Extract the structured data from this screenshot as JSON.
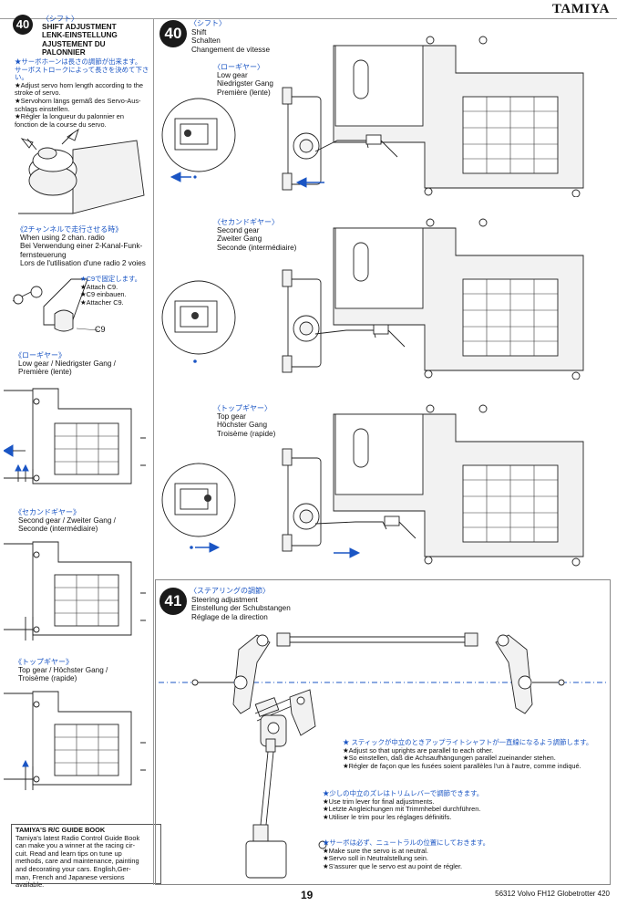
{
  "brand": "TAMIYA",
  "left": {
    "step_number": "40",
    "step_title_jp": "〈シフト〉",
    "step_title_lines": [
      "SHIFT ADJUSTMENT",
      "LENK-EINSTELLUNG",
      "AJUSTEMENT DU",
      "PALONNIER"
    ],
    "notes": [
      "★サーボホーンは長さの調節が出来ます。",
      "サーボストロークによって長さを決めて下さい。",
      "★Adjust servo horn length according to the",
      "stroke of servo.",
      "★Servohorn längs gemäß des Servo-Aus-",
      "schlags einstellen.",
      "★Régler la longueur du palonnier en",
      "fonction de la course du servo."
    ],
    "twoch_jp": "《2チャンネルで走行させる時》",
    "twoch_lines": [
      "When using 2 chan. radio",
      "Bei Verwendung einer 2-Kanal-Funk-",
      "fernsteuerung",
      "Lors de l'utilisation d'une radio 2 voies"
    ],
    "attach_lines": [
      "★C9で固定します。",
      "★Attach C9.",
      "★C9 einbauen.",
      "★Attacher C9."
    ],
    "part_label": "C9",
    "gear_low_jp": "《ローギヤー》",
    "gear_low_lines": [
      "Low gear / Niedrigster Gang /",
      "Première (lente)"
    ],
    "gear_second_jp": "《セカンドギヤー》",
    "gear_second_lines": [
      "Second gear / Zweiter Gang /",
      "Seconde (intermédiaire)"
    ],
    "gear_top_jp": "《トップギヤー》",
    "gear_top_lines": [
      "Top gear / Höchster Gang /",
      "Troisème (rapide)"
    ],
    "guide": {
      "title": "TAMIYA'S R/C GUIDE BOOK",
      "lines": [
        "Tamiya's latest Radio Control Guide Book",
        "can make you a winner at the racing cir-",
        "cuit. Read and learn tips on tune up",
        "methods, care and maintenance, painting",
        "and decorating your cars. English,Ger-",
        "man, French and Japanese versions",
        "available."
      ]
    }
  },
  "right40": {
    "step_number": "40",
    "title_jp": "〈シフト〉",
    "title_lines": [
      "Shift",
      "Schalten",
      "Changement de vitesse"
    ],
    "low_jp": "〈ローギヤー〉",
    "low_lines": [
      "Low gear",
      "Niedrigster Gang",
      "Première (lente)"
    ],
    "second_jp": "〈セカンドギヤー〉",
    "second_lines": [
      "Second gear",
      "Zweiter Gang",
      "Seconde (intermédiaire)"
    ],
    "top_jp": "〈トップギヤー〉",
    "top_lines": [
      "Top gear",
      "Höchster Gang",
      "Troisème (rapide)"
    ]
  },
  "right41": {
    "step_number": "41",
    "title_jp": "〈ステアリングの調節〉",
    "title_lines": [
      "Steering adjustment",
      "Einstellung der Schubstangen",
      "Réglage de la direction"
    ],
    "note1": [
      "★ スティックが中立のときアップライトシャフトが一直線になるよう調節します。",
      "★Adjust so that uprights are parallel to each other.",
      "★So einstellen, daß die Achsaufhängungen parallel zueinander stehen.",
      "★Régler de façon que les fusées soient parallèles l'un à l'autre, comme indiqué."
    ],
    "note2": [
      "★少しの中立のズレはトリムレバーで調節できます。",
      "★Use trim lever for final adjustments.",
      "★Letzte Angleichungen mit Trimmhebel durchführen.",
      "★Utiliser le trim pour les réglages définitifs."
    ],
    "note3": [
      "★サーボは必ず、ニュートラルの位置にしておきます。",
      "★Make sure the servo is at neutral.",
      "★Servo soll in Neutralstellung sein.",
      "★S'assurer que le servo est au point de régler."
    ]
  },
  "footer": {
    "page_number": "19",
    "model": "56312 Volvo FH12 Globetrotter 420"
  }
}
